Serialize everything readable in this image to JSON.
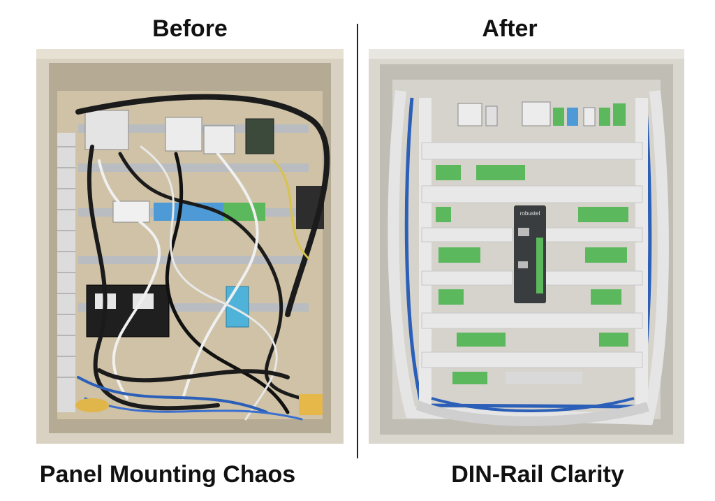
{
  "titles": {
    "before": "Before",
    "after": "After"
  },
  "captions": {
    "before": "Panel Mounting Chaos",
    "after": "DIN-Rail Clarity"
  },
  "device_label": "robustel",
  "colors": {
    "enclosure": "#d9d2c2",
    "enclosure_shadow": "#a89f8b",
    "back_plate_before": "#c9bca3",
    "back_plate_after": "#d6d3cc",
    "din_rail": "#b9bcc0",
    "duct": "#e6e6e6",
    "cable_black": "#1b1b1b",
    "cable_white": "#eeeeee",
    "cable_blue": "#2b5fb8",
    "terminal_green": "#4caf50",
    "terminal_blue": "#3e8ed0",
    "device_gray": "#3a3d40"
  }
}
